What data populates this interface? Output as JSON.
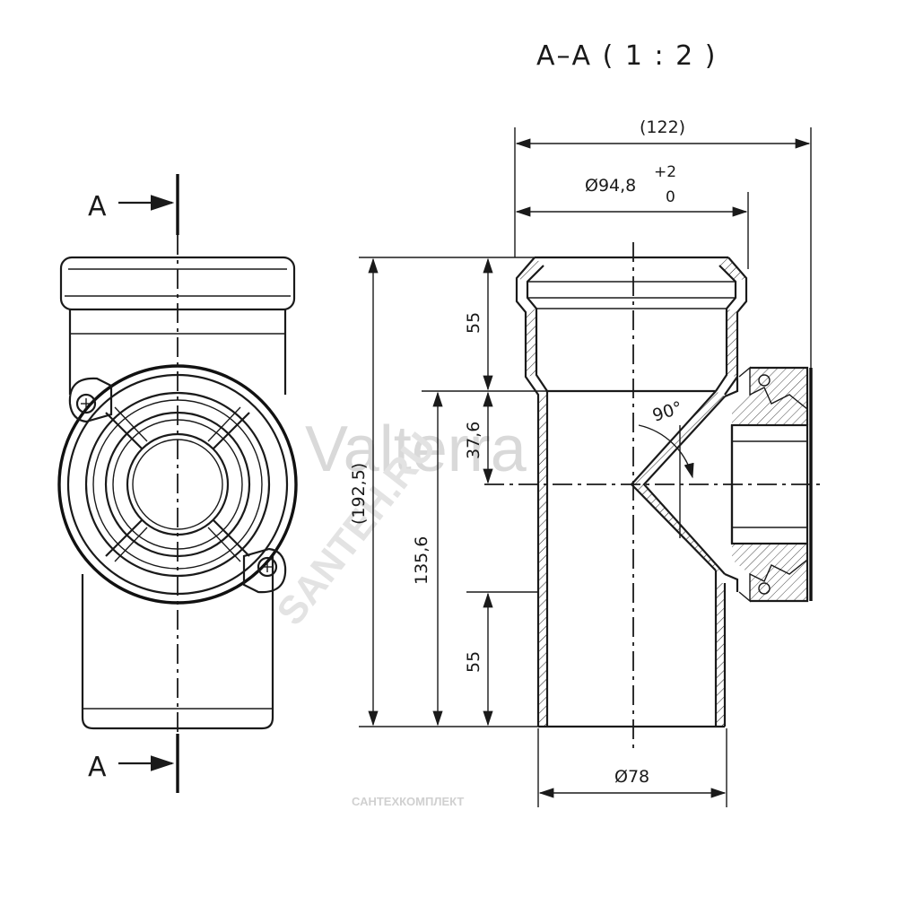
{
  "title": "A–A ( 1 : 2 )",
  "section_marks": {
    "top": "A",
    "bottom": "A"
  },
  "dimensions": {
    "overall_width": "(122)",
    "socket_diameter": "Ø94,8",
    "socket_tol_upper": "+2",
    "socket_tol_lower": "0",
    "total_height": "(192,5)",
    "height_to_branch": "135,6",
    "socket_depth_top": "55",
    "offset_top": "37,6",
    "spigot_length": "55",
    "pipe_diameter": "Ø78",
    "branch_angle": "90°"
  },
  "watermarks": {
    "brand": "Valterra",
    "site": "SANTEH.RU",
    "company": "САНТЕХКОМПЛЕКТ"
  },
  "colors": {
    "line": "#1a1a1a",
    "watermark": "#d9d9d9"
  }
}
